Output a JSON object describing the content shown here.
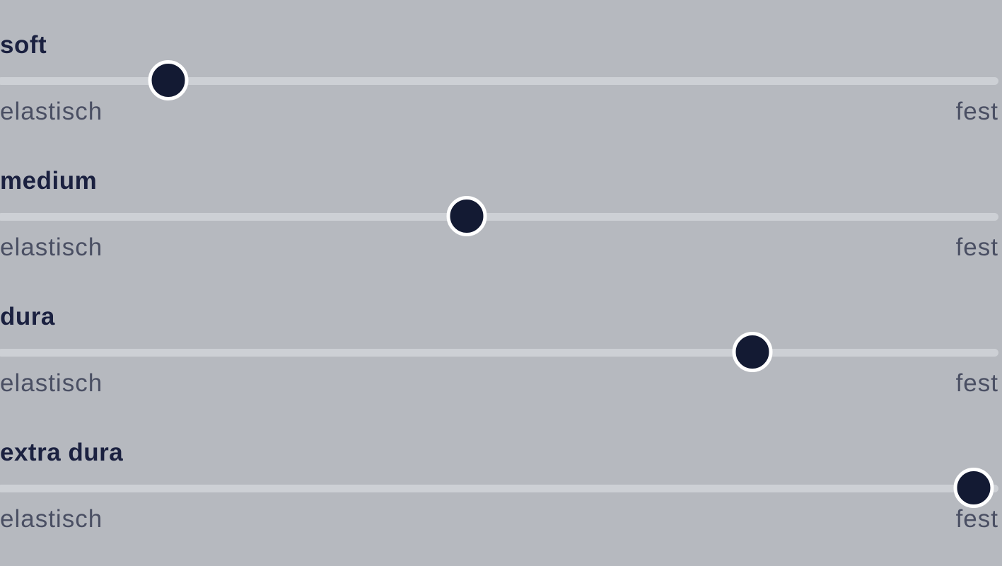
{
  "colors": {
    "background": "#b6b9bf",
    "track": "#cdd0d5",
    "knob_fill": "#131a33",
    "knob_ring": "#ffffff",
    "title_text": "#1b2140",
    "endpoint_text": "#4a4f63"
  },
  "sliders": [
    {
      "title": "soft",
      "left_label": "elastisch",
      "right_label": "fest",
      "knob_left": "16.8%"
    },
    {
      "title": "medium",
      "left_label": "elastisch",
      "right_label": "fest",
      "knob_left": "46.6%"
    },
    {
      "title": "dura",
      "left_label": "elastisch",
      "right_label": "fest",
      "knob_left": "75.1%"
    },
    {
      "title": "extra dura",
      "left_label": "elastisch",
      "right_label": "fest",
      "knob_left": "97.2%"
    }
  ]
}
